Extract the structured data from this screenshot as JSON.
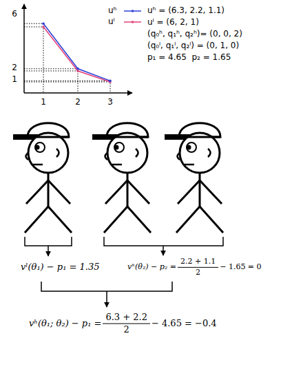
{
  "diagram": {
    "labels": [
      "6",
      "2",
      "1",
      "1",
      "2",
      "3",
      "uʰ = (6.3, 2.2, 1.1)",
      "uˡ = (6, 2, 1)",
      "(q₀ʰ, q₁ʰ, q₂ʰ)= (0, 0, 2)",
      "(q₀ˡ, q₁ˡ, q₂ˡ) = (0, 1, 0)",
      "p₁ = 4.65  p₂ = 1.65",
      "vˡ(θ₁) − p₁ = 1.35",
      "vʰ(θ₂) − p₂ =",
      "2.2 + 1.1",
      "2",
      "− 1.65 = 0",
      "vʰ(θ₁; θ₂) − p₁ =",
      "6.3 + 2.2",
      "2",
      "− 4.65 = −0.4"
    ],
    "legend": [
      {
        "text": "uʰ"
      },
      {
        "text": "uˡ"
      }
    ]
  }
}
